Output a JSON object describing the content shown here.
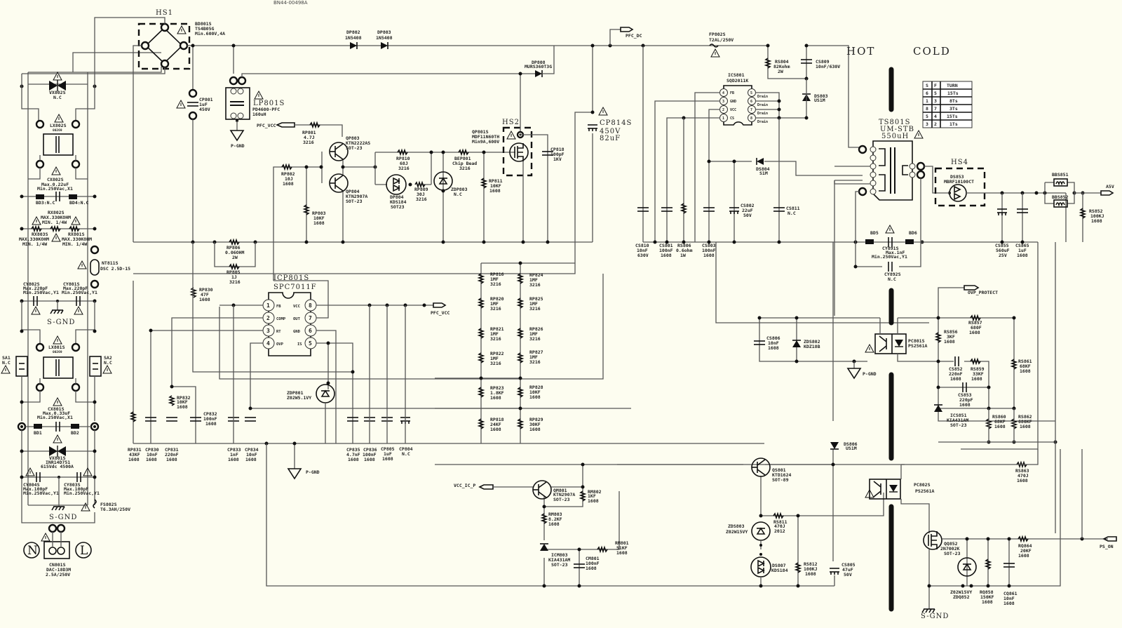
{
  "document": {
    "part_number": "BN44-00498A",
    "region_hot": "HOT",
    "region_cold": "COLD",
    "heatsinks": {
      "hs1": "HS1",
      "hs2": "HS2",
      "hs4": "HS4"
    }
  },
  "nets": {
    "pfc_dc": "PFC_DC",
    "pfc_vcc_in": "PFC_VCC",
    "pfc_vcc_out": "PFC_VCC",
    "vcc_ic_p": "VCC_IC_P",
    "a5v": "A5V",
    "ovp_protect": "OVP_PROTECT",
    "ps_on": "PS_ON",
    "p_gnd_1": "P-GND",
    "p_gnd_2": "P-GND",
    "p_gnd_3": "P-GND",
    "s_gnd_1": "S-GND",
    "s_gnd_2": "S-GND",
    "s_gnd_3": "S-GND"
  },
  "input_filter": {
    "bd801s": [
      "BD801S",
      "TS4B05G",
      "Min.600V,4A"
    ],
    "vx802s": [
      "VX802S",
      "N.C"
    ],
    "lx802s": [
      "LX802S",
      "00269"
    ],
    "cx802s": [
      "CX802S",
      "Max.0.22uF",
      "Min.250Vac,X1"
    ],
    "bd3": "BD3:N.C",
    "bd4": "BD4:N.C",
    "rx802s": [
      "RX802S",
      "MAX.330KOHM",
      "MIN. 1/4W"
    ],
    "rx803s": [
      "RX803S",
      "MAX.330KOHM",
      "MIN. 1/4W"
    ],
    "rx801s": [
      "RX801S",
      "MAX.330KOHM",
      "MIN. 1/4W"
    ],
    "nt811s": [
      "NT811S",
      "DSC 2.5D-15"
    ],
    "cy802s": [
      "CY802S",
      "Max.220pF",
      "Min.250Vac,Y1"
    ],
    "cy801s": [
      "CY801S",
      "Max.220pF",
      "Min.250Vac,Y1"
    ],
    "sa1": [
      "SA1",
      "N.C"
    ],
    "sa2": [
      "SA2",
      "N.C"
    ],
    "lx801s": [
      "LX801S",
      "00269"
    ],
    "cx801s": [
      "CX801S",
      "Max.0.33uF",
      "Min.250Vac,X1"
    ],
    "bd1": "BD1",
    "bd2": "BD2",
    "vx801s": [
      "VX801S",
      "INR14D751",
      "615Vdc 4500A"
    ],
    "cy804s": [
      "CY804S",
      "Max.100pF",
      "Min.250Vac,Y1"
    ],
    "cy803s": [
      "CY803S",
      "Max.100pF",
      "Min.250Vac,Y1"
    ],
    "fs802s": [
      "FS802S",
      "T6.3AH/250V"
    ],
    "cn801s": [
      "CN801S",
      "DAC-18D3M",
      "2.5A/250V"
    ],
    "neutral": "N",
    "live": "L"
  },
  "pfc_stage": {
    "cp801": [
      "CP801",
      "1uF",
      "450V"
    ],
    "lp801s": [
      "LP801S",
      "PD4600-PFC",
      "160uH"
    ],
    "dp802": [
      "DP802",
      "1N5408"
    ],
    "dp803": [
      "DP803",
      "1N5408"
    ],
    "dp808": [
      "DP808",
      "MURS360T3G"
    ],
    "rp801": [
      "RP801",
      "4.7J",
      "3216"
    ],
    "qp803": [
      "QP803",
      "KTN2222AS",
      "SOT-23"
    ],
    "qp804": [
      "QP804",
      "KTN2907A",
      "SOT-23"
    ],
    "rp802": [
      "RP802",
      "10J",
      "1608"
    ],
    "rp803": [
      "RP803",
      "10KF",
      "1608"
    ],
    "rp810": [
      "RP810",
      "68J",
      "3216"
    ],
    "dp804": [
      "DP804",
      "KDS184",
      "SOT23"
    ],
    "rp809": [
      "RP809",
      "30J",
      "3216"
    ],
    "zdp803": [
      "ZDP803",
      "N.C"
    ],
    "bep801": [
      "BEP801",
      "Chip Bead",
      "3216"
    ],
    "rp811": [
      "RP811",
      "10KF",
      "1608"
    ],
    "qp801s": [
      "QP801S",
      "MDF11N60TH",
      "Min9A,600V"
    ],
    "cp818": [
      "CP818",
      "100pF",
      "1KV"
    ],
    "cp814s": [
      "CP814S",
      "450V",
      "82uF"
    ],
    "rp806": [
      "RP806",
      "0.06OHM",
      "2W"
    ],
    "rp805": [
      "RP805",
      "1J",
      "3216"
    ],
    "rp830": [
      "RP830",
      "47F",
      "1608"
    ],
    "icp801s": [
      "ICP801S",
      "SPC7011F"
    ],
    "icp801s_pins": [
      {
        "num": "1",
        "name": "FB"
      },
      {
        "num": "2",
        "name": "COMP"
      },
      {
        "num": "3",
        "name": "RT"
      },
      {
        "num": "4",
        "name": "OVP"
      },
      {
        "num": "8",
        "name": "VCC"
      },
      {
        "num": "7",
        "name": "OUT"
      },
      {
        "num": "6",
        "name": "GND"
      },
      {
        "num": "5",
        "name": "IS"
      }
    ],
    "rp832": [
      "RP832",
      "10KF",
      "1608"
    ],
    "zdp801": [
      "ZDP801",
      "Z02W5.1VY"
    ],
    "rp831": [
      "RP831",
      "43KF",
      "1608"
    ],
    "cp830": [
      "CP830",
      "10nF",
      "1608"
    ],
    "cp831": [
      "CP831",
      "220nF",
      "1608"
    ],
    "cp832": [
      "CP832",
      "100nF",
      "1608"
    ],
    "cp833": [
      "CP833",
      "1nF",
      "1608"
    ],
    "cp834": [
      "CP834",
      "10nF",
      "1608"
    ],
    "cp835": [
      "CP835",
      "4.7nF",
      "1608"
    ],
    "cp836": [
      "CP836",
      "100nF",
      "1608"
    ],
    "cp805": [
      "CP805",
      "1uF",
      "1608"
    ],
    "cp804": [
      "CP804",
      "N.C"
    ],
    "divider_left": [
      [
        "RP816",
        "1MF",
        "3216"
      ],
      [
        "RP820",
        "1MF",
        "3216"
      ],
      [
        "RP821",
        "1MF",
        "3216"
      ],
      [
        "RP822",
        "1MF",
        "3216"
      ],
      [
        "RP823",
        "1.8KF",
        "1608"
      ],
      [
        "RP818",
        "24KF",
        "1608"
      ]
    ],
    "divider_right": [
      [
        "RP824",
        "1MF",
        "3216"
      ],
      [
        "RP825",
        "1MF",
        "3216"
      ],
      [
        "RP826",
        "1MF",
        "3216"
      ],
      [
        "RP827",
        "1MF",
        "3216"
      ],
      [
        "RP828",
        "10KF",
        "1608"
      ],
      [
        "RP829",
        "30KF",
        "1608"
      ]
    ],
    "qm801": [
      "QM801",
      "KTN2907A",
      "SOT-23"
    ],
    "rm802": [
      "RM802",
      "1KF",
      "1608"
    ],
    "rm803": [
      "RM803",
      "8.2KF",
      "1608"
    ],
    "icm803": [
      "ICM803",
      "KIA431AM",
      "SOT-23"
    ],
    "cm801": [
      "CM801",
      "100nF",
      "1608"
    ],
    "rm801": [
      "RM801",
      "51KF",
      "1608"
    ]
  },
  "standby": {
    "fp802s": [
      "FP802S",
      "T2AL/250V"
    ],
    "rs804": [
      "RS804",
      "82Kohm",
      "2W"
    ],
    "cs809": [
      "CS809",
      "10nF/630V"
    ],
    "ds803": [
      "DS803",
      "US1M"
    ],
    "ics801": [
      "ICS801",
      "SQD2011K"
    ],
    "ics801_pins": [
      {
        "num": "4",
        "name": "FB"
      },
      {
        "num": "3",
        "name": "GND"
      },
      {
        "num": "2",
        "name": "VCC"
      },
      {
        "num": "1",
        "name": "CS"
      },
      {
        "num": "5",
        "name": "Drain"
      },
      {
        "num": "6",
        "name": "Drain"
      },
      {
        "num": "7",
        "name": "Drain"
      },
      {
        "num": "8",
        "name": "Drain"
      }
    ],
    "ds804": [
      "DS804",
      "S1M"
    ],
    "cs810": [
      "CS810",
      "10nF",
      "630V"
    ],
    "cs801": [
      "CS801",
      "100nF",
      "1608"
    ],
    "rs806": [
      "RS806",
      "0.6ohm",
      "1W"
    ],
    "cs803": [
      "CS803",
      "100nF",
      "1608"
    ],
    "cs802": [
      "CS802",
      "22uF",
      "50V"
    ],
    "cs811": [
      "CS811",
      "N.C"
    ],
    "ts801s": [
      "TS801S",
      "UM-STB",
      "550uH"
    ],
    "winding_table": {
      "headers": [
        "S",
        "F",
        "TURN"
      ],
      "rows": [
        [
          "6",
          "5",
          "15Ts"
        ],
        [
          "1",
          "3",
          "8Ts"
        ],
        [
          "8",
          "7",
          "3Ts"
        ],
        [
          "5",
          "4",
          "15Ts"
        ],
        [
          "3",
          "2",
          "1Ts"
        ]
      ]
    },
    "ds853": [
      "DS853",
      "MBRF10100CT"
    ],
    "bbs851": "BBS851",
    "bbs852": "BBS852",
    "rs852": [
      "RS852",
      "100KJ",
      "1608"
    ],
    "cs855": [
      "CS855",
      "560uF",
      "25V"
    ],
    "cs865": [
      "CS865",
      "1uF",
      "1608"
    ],
    "bd5": "BD5",
    "bd6": "BD6",
    "cy891s": [
      "CY891S",
      "Max.1nF",
      "Min.250Vac,Y1"
    ],
    "cy892s": [
      "CY892S",
      "N.C"
    ],
    "cs806": [
      "CS806",
      "10nF",
      "1608"
    ],
    "zds802": [
      "ZDS802",
      "KDZ18B"
    ],
    "pc801s": [
      "PC801S",
      "PS2561A"
    ],
    "rs856": [
      "RS856",
      "3KF",
      "1608"
    ],
    "rs857": [
      "RS857",
      "680F",
      "1608"
    ],
    "cs852": [
      "CS852",
      "220nF",
      "1608"
    ],
    "rs859": [
      "RS859",
      "33KF",
      "1608"
    ],
    "cs853": [
      "CS853",
      "220pF",
      "1608"
    ],
    "ics851": [
      "ICS851",
      "KIA431AM",
      "SOT-23"
    ],
    "rs860": [
      "RS860",
      "68KF",
      "1608"
    ],
    "rs861": [
      "RS861",
      "68KF",
      "1608"
    ],
    "rs862": [
      "RS862",
      "680KF",
      "1608"
    ],
    "rs863": [
      "RS863",
      "470J",
      "1608"
    ],
    "ds806": [
      "DS806",
      "US1M"
    ],
    "qs801": [
      "QS801",
      "KTD1624",
      "SOT-89"
    ],
    "rs811": [
      "RS811",
      "470J",
      "2012"
    ],
    "zds803": [
      "ZDS803",
      "Z02W15VY"
    ],
    "ds807": [
      "DS807",
      "KDS184"
    ],
    "rs812": [
      "RS812",
      "100KJ",
      "1608"
    ],
    "cs805": [
      "CS805",
      "47uF",
      "50V"
    ],
    "pc802s": [
      "PC802S",
      "PS2561A"
    ],
    "qq852": [
      "QQ852",
      "2N7002K",
      "SOT-23"
    ],
    "zdq852": [
      "Z02W15VY",
      "ZDQ852"
    ],
    "rq858": [
      "RQ858",
      "150KF",
      "1608"
    ],
    "cq861": [
      "CQ861",
      "10nF",
      "1608"
    ],
    "rq864": [
      "RQ864",
      "20KF",
      "1608"
    ]
  }
}
